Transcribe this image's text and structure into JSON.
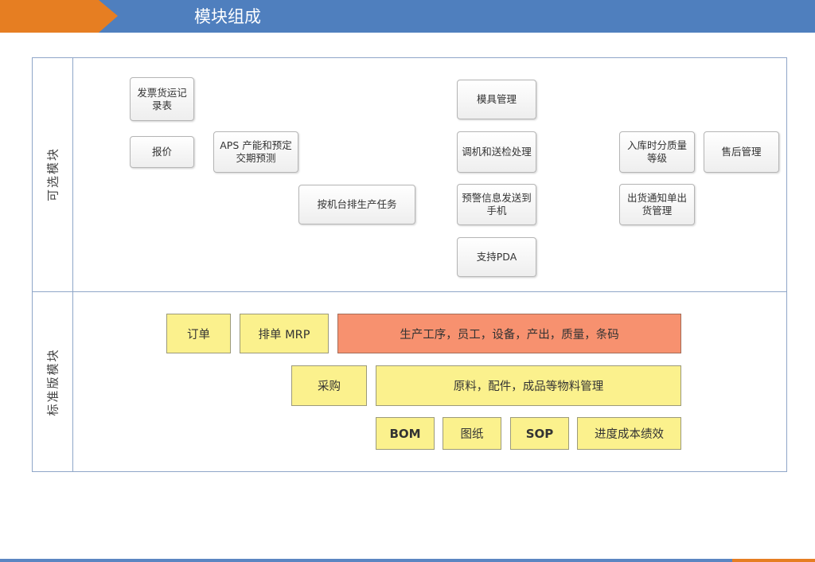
{
  "header": {
    "title": "模块组成"
  },
  "sections": {
    "optional": "可选模块",
    "standard": "标准版模块"
  },
  "optional_modules": {
    "invoice": "发票货运记录表",
    "quote": "报价",
    "aps": "APS 产能和预定交期预测",
    "machine_schedule": "按机台排生产任务",
    "mold": "模具管理",
    "adjust": "调机和送检处理",
    "alert": "预警信息发送到手机",
    "pda": "支持PDA",
    "inbound": "入库时分质量等级",
    "after_sales": "售后管理",
    "shipping": "出货通知单出货管理"
  },
  "standard_modules": {
    "order": "订单",
    "mrp": "排单 MRP",
    "production": "生产工序，员工，设备，产出，质量，条码",
    "purchase": "采购",
    "materials": "原料，配件，成品等物料管理",
    "bom": "BOM",
    "drawings": "图纸",
    "sop": "SOP",
    "progress": "进度成本绩效"
  },
  "colors": {
    "header_blue": "#4f7fbe",
    "header_orange": "#e67e22",
    "frame_border": "#8fa6c8",
    "yellow": "#fbf18d",
    "salmon": "#f7916f"
  }
}
